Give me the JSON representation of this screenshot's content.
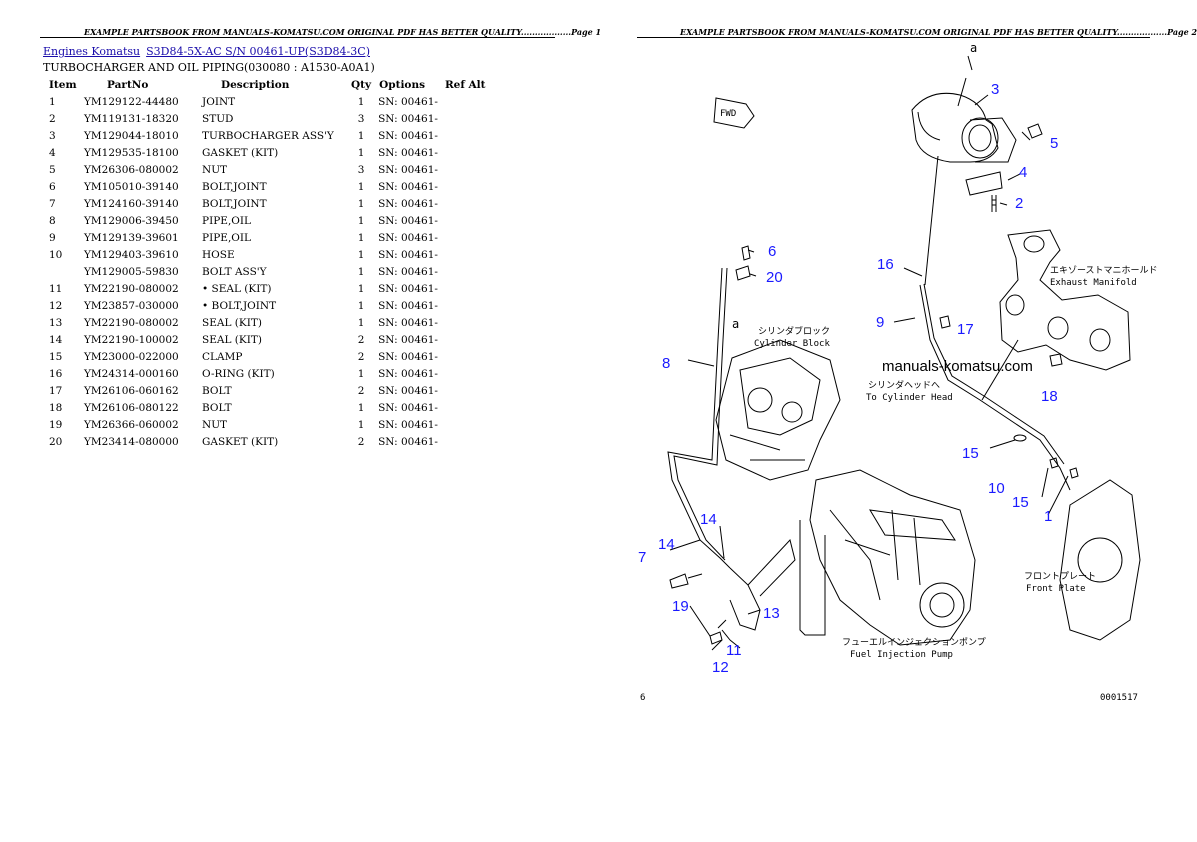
{
  "header": {
    "left": "EXAMPLE PARTSBOOK FROM MANUALS-KOMATSU.COM ORIGINAL PDF HAS BETTER QUALITY..................Page 1",
    "right": "EXAMPLE PARTSBOOK FROM MANUALS-KOMATSU.COM ORIGINAL PDF HAS BETTER QUALITY..................Page 2"
  },
  "breadcrumb": {
    "link1": "Engines Komatsu",
    "link2": "S3D84-5X-AC S/N 00461-UP(S3D84-3C)"
  },
  "subtitle": "TURBOCHARGER AND OIL PIPING(030080 : A1530-A0A1)",
  "table": {
    "headers": [
      "Item",
      "PartNo",
      "Description",
      "Qty",
      "Options",
      "Ref Alt"
    ],
    "rows": [
      [
        "1",
        "YM129122-44480",
        "JOINT",
        "1",
        "SN: 00461-"
      ],
      [
        "2",
        "YM119131-18320",
        "STUD",
        "3",
        "SN: 00461-"
      ],
      [
        "3",
        "YM129044-18010",
        "TURBOCHARGER ASS'Y",
        "1",
        "SN: 00461-"
      ],
      [
        "4",
        "YM129535-18100",
        "GASKET (KIT)",
        "1",
        "SN: 00461-"
      ],
      [
        "5",
        "YM26306-080002",
        "NUT",
        "3",
        "SN: 00461-"
      ],
      [
        "6",
        "YM105010-39140",
        "BOLT,JOINT",
        "1",
        "SN: 00461-"
      ],
      [
        "7",
        "YM124160-39140",
        "BOLT,JOINT",
        "1",
        "SN: 00461-"
      ],
      [
        "8",
        "YM129006-39450",
        "PIPE,OIL",
        "1",
        "SN: 00461-"
      ],
      [
        "9",
        "YM129139-39601",
        "PIPE,OIL",
        "1",
        "SN: 00461-"
      ],
      [
        "10",
        "YM129403-39610",
        "HOSE",
        "1",
        "SN: 00461-"
      ],
      [
        "",
        "YM129005-59830",
        "BOLT ASS'Y",
        "1",
        "SN: 00461-"
      ],
      [
        "11",
        "YM22190-080002",
        "• SEAL (KIT)",
        "1",
        "SN: 00461-"
      ],
      [
        "12",
        "YM23857-030000",
        "• BOLT,JOINT",
        "1",
        "SN: 00461-"
      ],
      [
        "13",
        "YM22190-080002",
        "SEAL (KIT)",
        "1",
        "SN: 00461-"
      ],
      [
        "14",
        "YM22190-100002",
        "SEAL (KIT)",
        "2",
        "SN: 00461-"
      ],
      [
        "15",
        "YM23000-022000",
        "CLAMP",
        "2",
        "SN: 00461-"
      ],
      [
        "16",
        "YM24314-000160",
        "O-RING (KIT)",
        "1",
        "SN: 00461-"
      ],
      [
        "17",
        "YM26106-060162",
        "BOLT",
        "2",
        "SN: 00461-"
      ],
      [
        "18",
        "YM26106-080122",
        "BOLT",
        "1",
        "SN: 00461-"
      ],
      [
        "19",
        "YM26366-060002",
        "NUT",
        "1",
        "SN: 00461-"
      ],
      [
        "20",
        "YM23414-080000",
        "GASKET (KIT)",
        "2",
        "SN: 00461-"
      ]
    ]
  },
  "diagram": {
    "watermark": "manuals-komatsu.com",
    "labels": {
      "cylinder_block_jp": "シリンダブロック",
      "cylinder_block": "Cylinder Block",
      "exhaust_manifold_jp": "エキゾーストマニホールド",
      "exhaust_manifold": "Exhaust Manifold",
      "to_cylinder_head_jp": "シリンダヘッドへ",
      "to_cylinder_head": "To Cylinder Head",
      "front_plate_jp": "フロントプレート",
      "front_plate": "Front Plate",
      "fuel_pump_jp": "フューエルインジェクションポンプ",
      "fuel_pump": "Fuel Injection Pump",
      "fwd": "FWD",
      "ref_a_top": "a",
      "ref_a_mid": "a",
      "page_left": "6",
      "page_code": "0001517"
    },
    "callouts": [
      "1",
      "2",
      "3",
      "4",
      "5",
      "6",
      "7",
      "8",
      "9",
      "10",
      "11",
      "12",
      "13",
      "14",
      "14",
      "15",
      "15",
      "16",
      "17",
      "18",
      "19",
      "20"
    ],
    "callout_color": "#1a1aff"
  }
}
